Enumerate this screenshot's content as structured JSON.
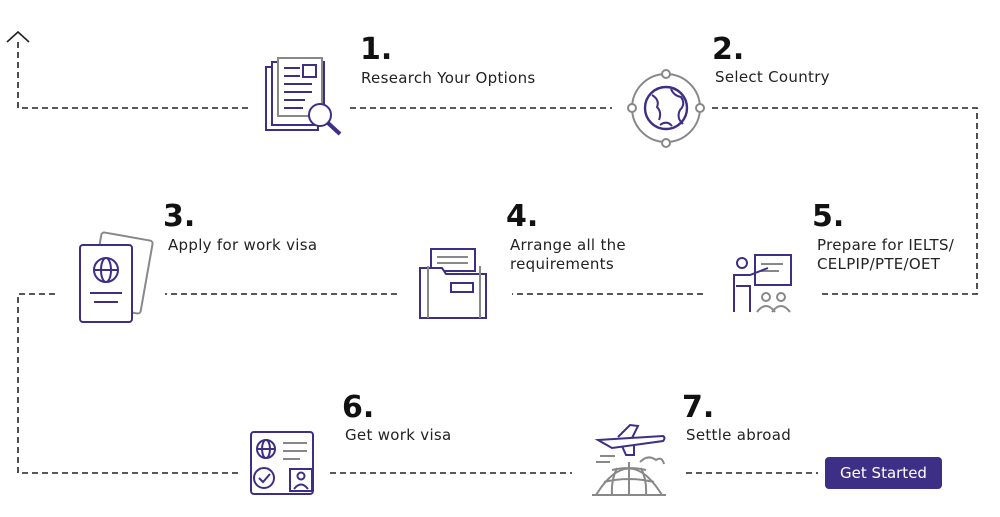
{
  "steps": [
    {
      "number": "1.",
      "label": "Research Your Options",
      "icon": "document-search-icon"
    },
    {
      "number": "2.",
      "label": "Select Country",
      "icon": "globe-icon"
    },
    {
      "number": "3.",
      "label": "Apply for work visa",
      "icon": "passport-icon"
    },
    {
      "number": "4.",
      "label": "Arrange all the",
      "label2": "requirements",
      "icon": "folder-icon"
    },
    {
      "number": "5.",
      "label": "Prepare for IELTS/",
      "label2": "CELPIP/PTE/OET",
      "icon": "presentation-icon"
    },
    {
      "number": "6.",
      "label": "Get work visa",
      "icon": "visa-document-icon"
    },
    {
      "number": "7.",
      "label": "Settle abroad",
      "icon": "airplane-globe-icon"
    }
  ],
  "cta": {
    "label": "Get Started"
  },
  "colors": {
    "icon": "#3d2f86",
    "accent": "#3d2f86",
    "line": "#222222",
    "gray": "#888888"
  }
}
